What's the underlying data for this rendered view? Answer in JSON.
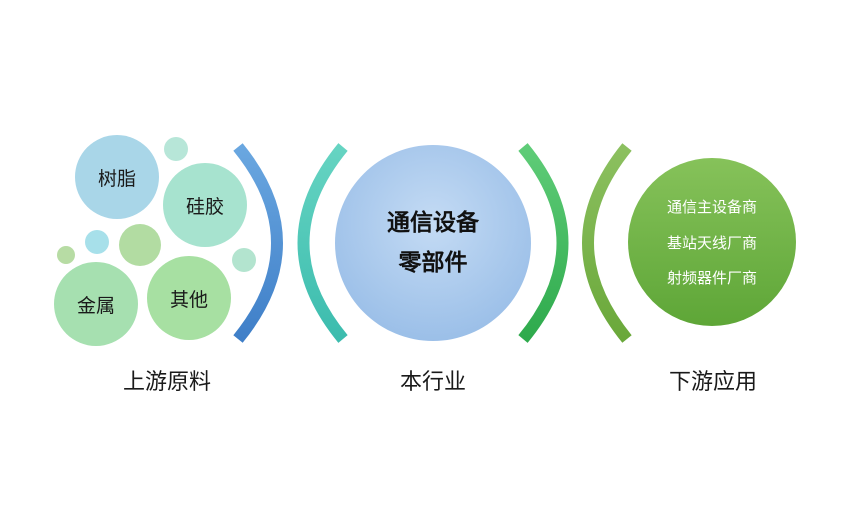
{
  "upstream": {
    "label": "上游原料",
    "items": [
      "树脂",
      "硅胶",
      "金属",
      "其他"
    ]
  },
  "midstream": {
    "label": "本行业",
    "title_line1": "通信设备",
    "title_line2": "零部件"
  },
  "downstream": {
    "label": "下游应用",
    "items": [
      "通信主设备商",
      "基站天线厂商",
      "射频器件厂商"
    ]
  },
  "colors": {
    "blue_arc": "#4a8fd4",
    "teal_arc": "#4fc9b8",
    "green_arc": "#3dba5a",
    "olive_arc": "#7ab648",
    "center_circle": "#a8c8ec",
    "down_circle": "#6cb043"
  }
}
